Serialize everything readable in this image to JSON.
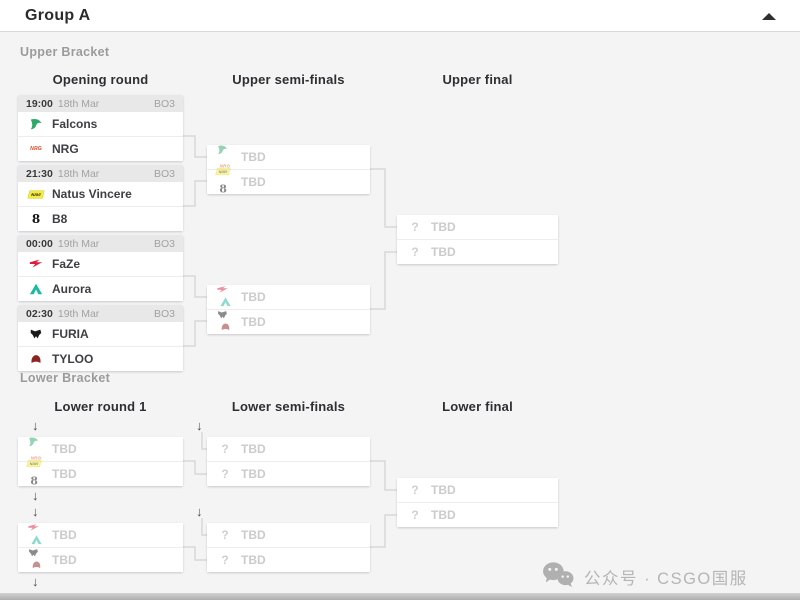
{
  "header": {
    "title": "Group A",
    "collapse_icon": "caret-up"
  },
  "upper": {
    "label": "Upper Bracket",
    "columns": [
      "Opening round",
      "Upper semi-finals",
      "Upper final"
    ],
    "opening": [
      {
        "time": "19:00",
        "date": "18th Mar",
        "format": "BO3",
        "teams": [
          {
            "name": "Falcons",
            "icon": "falcons-logo"
          },
          {
            "name": "NRG",
            "icon": "nrg-logo"
          }
        ]
      },
      {
        "time": "21:30",
        "date": "18th Mar",
        "format": "BO3",
        "teams": [
          {
            "name": "Natus Vincere",
            "icon": "navi-logo"
          },
          {
            "name": "B8",
            "icon": "b8-logo"
          }
        ]
      },
      {
        "time": "00:00",
        "date": "19th Mar",
        "format": "BO3",
        "teams": [
          {
            "name": "FaZe",
            "icon": "faze-logo"
          },
          {
            "name": "Aurora",
            "icon": "aurora-logo"
          }
        ]
      },
      {
        "time": "02:30",
        "date": "19th Mar",
        "format": "BO3",
        "teams": [
          {
            "name": "FURIA",
            "icon": "furia-logo"
          },
          {
            "name": "TYLOO",
            "icon": "tyloo-logo"
          }
        ]
      }
    ],
    "semis": [
      {
        "slots": [
          {
            "label": "TBD",
            "possible_team_icons": [
              "falcons-logo",
              "nrg-logo"
            ]
          },
          {
            "label": "TBD",
            "possible_team_icons": [
              "navi-logo",
              "b8-logo"
            ]
          }
        ]
      },
      {
        "slots": [
          {
            "label": "TBD",
            "possible_team_icons": [
              "faze-logo",
              "aurora-logo"
            ]
          },
          {
            "label": "TBD",
            "possible_team_icons": [
              "furia-logo",
              "tyloo-logo"
            ]
          }
        ]
      }
    ],
    "final": {
      "slots": [
        {
          "label": "TBD",
          "icon": "question-icon"
        },
        {
          "label": "TBD",
          "icon": "question-icon"
        }
      ]
    }
  },
  "lower": {
    "label": "Lower Bracket",
    "columns": [
      "Lower round 1",
      "Lower semi-finals",
      "Lower final"
    ],
    "round1": [
      {
        "slots": [
          {
            "label": "TBD",
            "possible_team_icons": [
              "falcons-logo",
              "nrg-logo"
            ]
          },
          {
            "label": "TBD",
            "possible_team_icons": [
              "navi-logo",
              "b8-logo"
            ]
          }
        ]
      },
      {
        "slots": [
          {
            "label": "TBD",
            "possible_team_icons": [
              "faze-logo",
              "aurora-logo"
            ]
          },
          {
            "label": "TBD",
            "possible_team_icons": [
              "furia-logo",
              "tyloo-logo"
            ]
          }
        ]
      }
    ],
    "semis": [
      {
        "slots": [
          {
            "label": "TBD",
            "icon": "question-icon"
          },
          {
            "label": "TBD",
            "icon": "question-icon"
          }
        ]
      },
      {
        "slots": [
          {
            "label": "TBD",
            "icon": "question-icon"
          },
          {
            "label": "TBD",
            "icon": "question-icon"
          }
        ]
      }
    ],
    "final": {
      "slots": [
        {
          "label": "TBD",
          "icon": "question-icon"
        },
        {
          "label": "TBD",
          "icon": "question-icon"
        }
      ]
    },
    "drop_icon": "arrow-down"
  },
  "watermark": {
    "icon": "wechat-bubbles",
    "text": "公众号 · CSGO国服"
  },
  "colors": {
    "falcons": "#2fa96b",
    "nrg": "#e14a2e",
    "navi": "#f3ea43",
    "b8": "#141414",
    "faze": "#e01a3c",
    "aurora": "#1db9a0",
    "furia": "#1a1a1a",
    "tyloo": "#8d2422",
    "connector": "#d8d8d8",
    "card_header_bg": "#e8e8e8",
    "bracket_bg": "#f4f4f5",
    "tbd_text": "#cbcbcb"
  }
}
